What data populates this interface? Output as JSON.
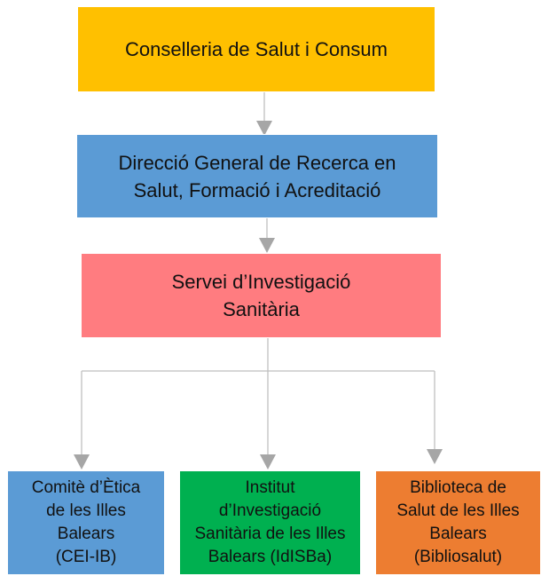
{
  "nodes": {
    "conselleria": {
      "label": "Conselleria de Salut i Consum",
      "color": "#FFC000"
    },
    "direccio": {
      "label": "Direcció General de Recerca en\nSalut, Formació i Acreditació",
      "color": "#5B9BD5"
    },
    "servei": {
      "label": "Servei d’Investigació\nSanitària",
      "color": "#FF7C80"
    },
    "comite": {
      "label": "Comitè d’Ètica\nde les Illes\nBalears\n(CEI-IB)",
      "color": "#5B9BD5"
    },
    "institut": {
      "label": "Institut\nd’Investigació\nSanitària de les Illes\nBalears (IdISBa)",
      "color": "#00B050"
    },
    "biblioteca": {
      "label": "Biblioteca de\nSalut de les Illes\nBalears\n(Bibliosalut)",
      "color": "#ED7D31"
    }
  },
  "connector_color": "#A6A6A6"
}
